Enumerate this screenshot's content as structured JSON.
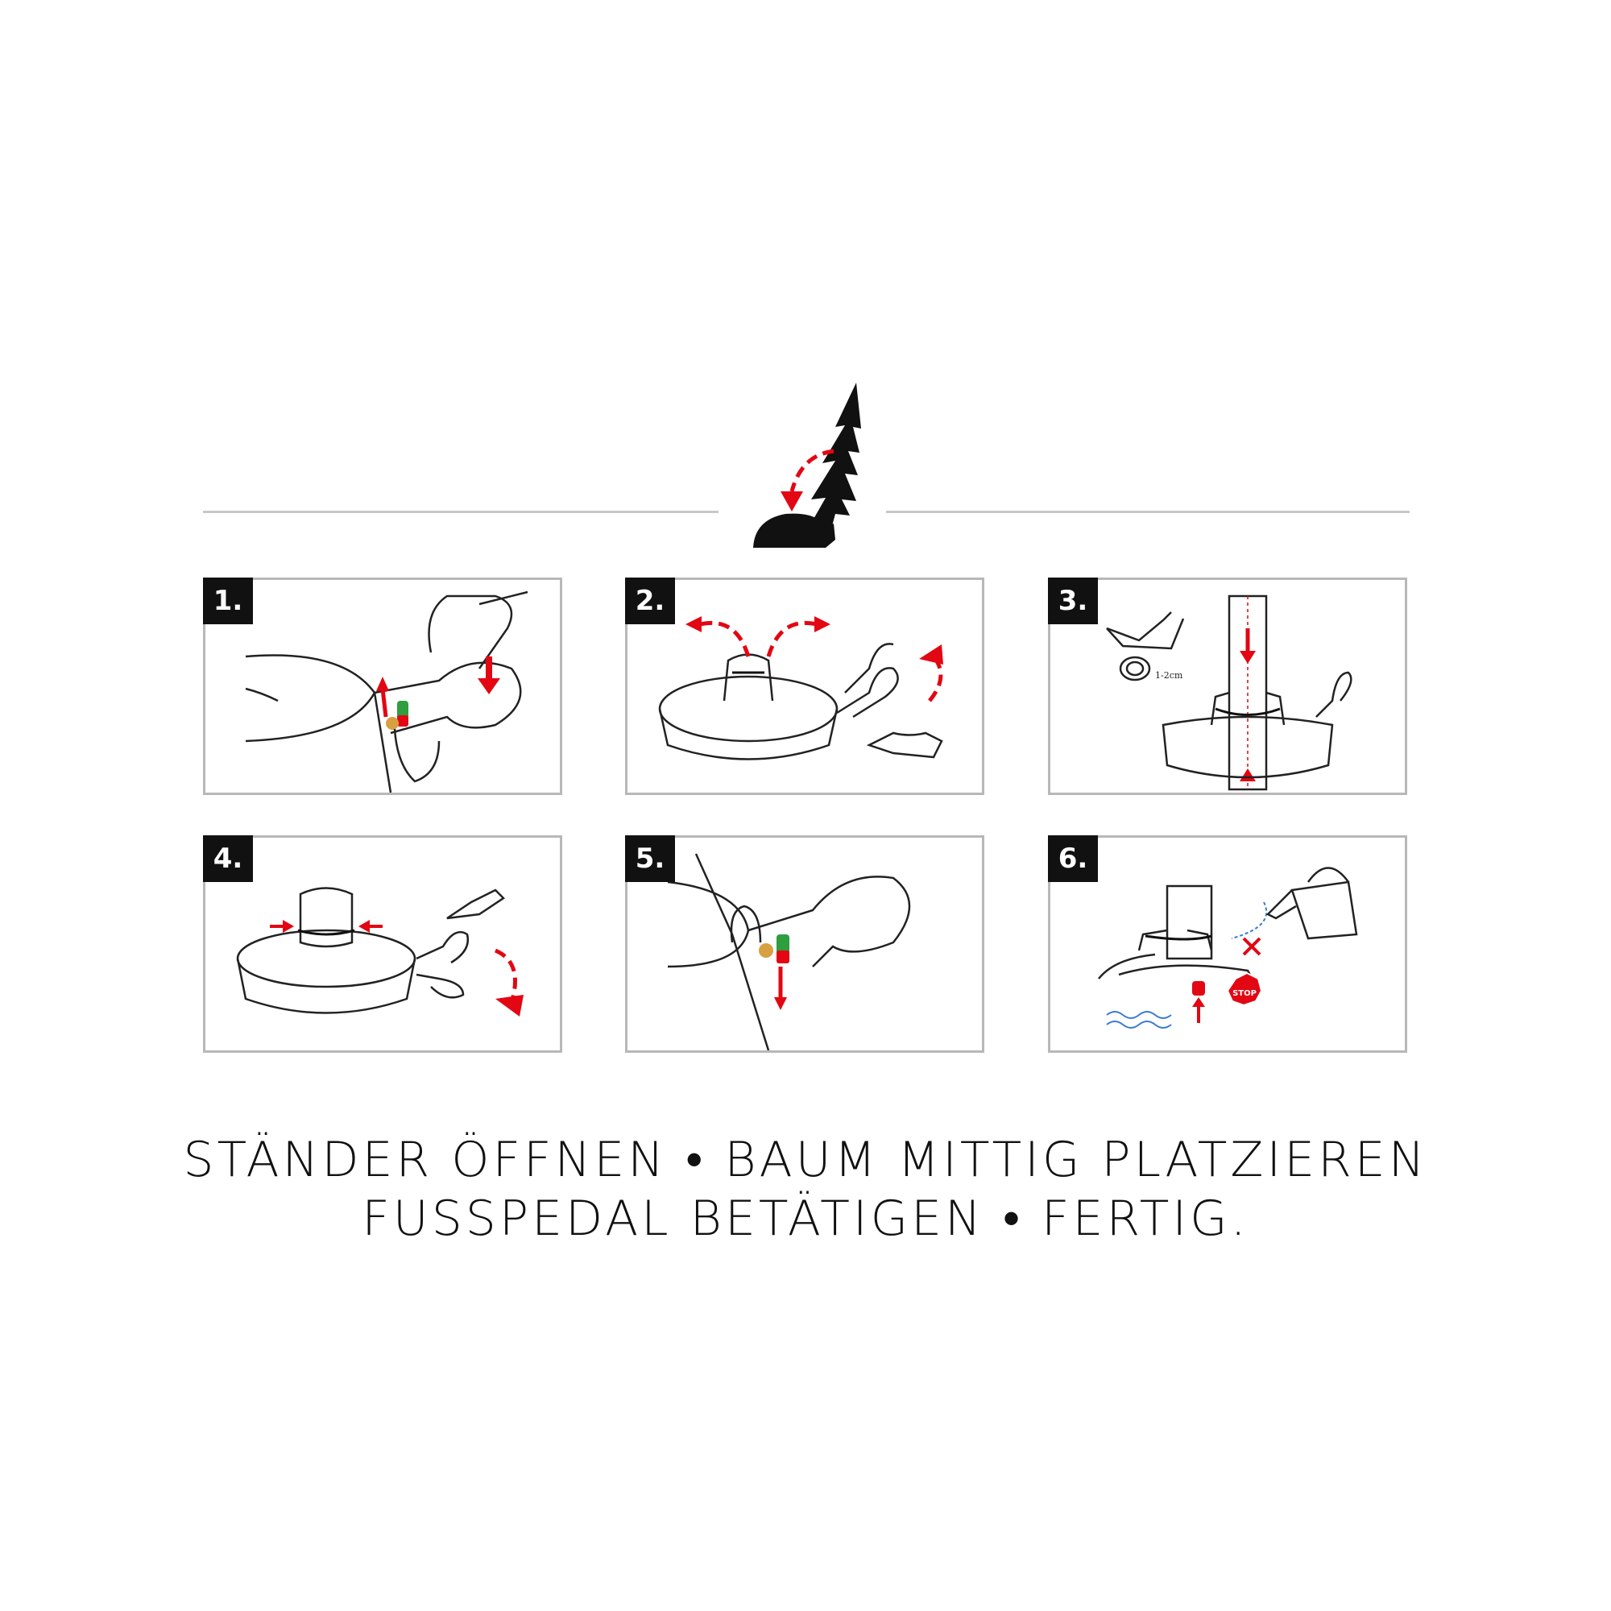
{
  "header": {
    "icon": "tree-stand-icon"
  },
  "steps": [
    {
      "number": "1.",
      "icon": "open-stand-lever-icon"
    },
    {
      "number": "2.",
      "icon": "open-clamps-icon"
    },
    {
      "number": "3.",
      "icon": "insert-trunk-icon",
      "annotation": "1-2cm"
    },
    {
      "number": "4.",
      "icon": "close-clamps-pedal-icon"
    },
    {
      "number": "5.",
      "icon": "lock-lever-icon"
    },
    {
      "number": "6.",
      "icon": "water-stop-icon",
      "sign": "STOP"
    }
  ],
  "caption": {
    "line1": "STÄNDER ÖFFNEN • BAUM MITTIG PLATZIEREN",
    "line2": "FUSSPEDAL BETÄTIGEN • FERTIG."
  },
  "colors": {
    "accent": "#e30613",
    "ink": "#111111",
    "border": "#b8b8b8",
    "green": "#2e9e3e"
  }
}
